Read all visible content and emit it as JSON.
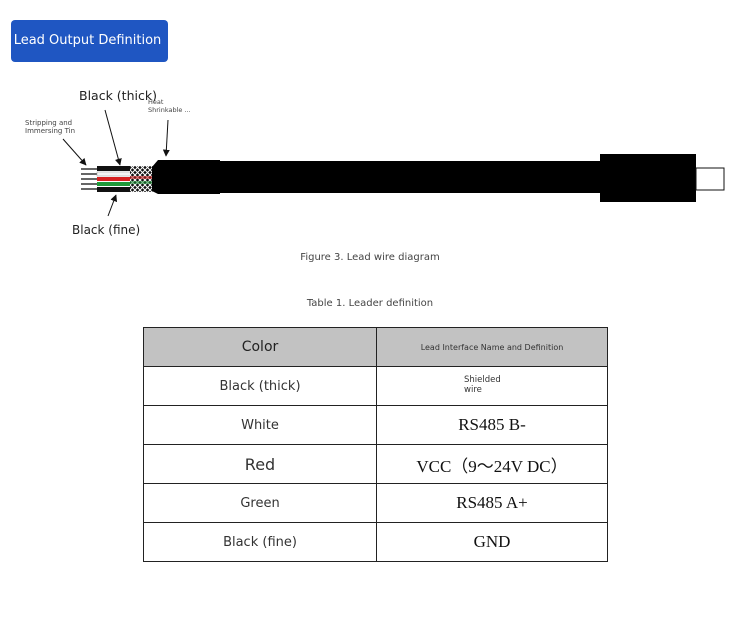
{
  "header": {
    "title": "Lead Output Definition"
  },
  "figure": {
    "labels": {
      "black_thick": "Black (thick)",
      "heat_line1": "Heat",
      "heat_line2": "Shrinkable ...",
      "strip_line1": "Stripping and",
      "strip_line2": "Immersing Tin",
      "black_fine": "Black (fine)"
    },
    "caption": "Figure 3. Lead wire diagram"
  },
  "table": {
    "caption": "Table 1. Leader definition",
    "headers": [
      "Color",
      "Lead Interface Name and Definition"
    ],
    "rows": [
      {
        "color": "Black (thick)",
        "line1": "Shielded",
        "line2": "wire"
      },
      {
        "color": "White",
        "definition": "RS485 B-"
      },
      {
        "color": "Red",
        "definition": "VCC（9～24V DC）"
      },
      {
        "color": "Green",
        "definition": "RS485 A+"
      },
      {
        "color": "Black (fine)",
        "definition": "GND"
      }
    ]
  },
  "colors": {
    "badge": "#1f56c2",
    "header_bg": "#c2c2c2",
    "wire_red": "#d62020",
    "wire_green": "#1f9a3a",
    "cable": "#000000"
  }
}
